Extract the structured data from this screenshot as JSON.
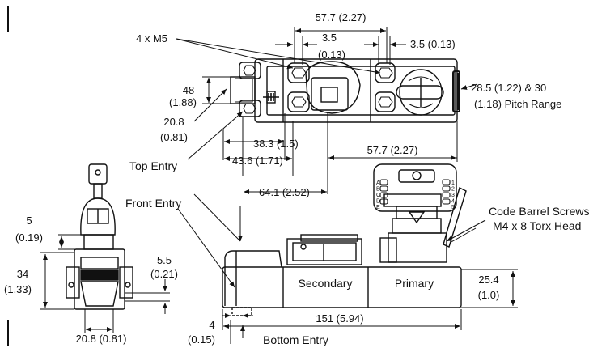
{
  "dimensions": {
    "d_57_7_top": "57.7 (2.27)",
    "d_3_5_a_line1": "3.5",
    "d_3_5_a_line2": "(0.13)",
    "d_3_5_b": "3.5 (0.13)",
    "d_4xm5": "4 x M5",
    "d_48_line1": "48",
    "d_48_line2": "(1.88)",
    "d_20_8_line1": "20.8",
    "d_20_8_line2": "(0.81)",
    "d_pitch_line1": "28.5 (1.22) & 30",
    "d_pitch_line2": "(1.18) Pitch Range",
    "d_38_3": "38.3 (1.5)",
    "d_43_6": "43.6 (1.71)",
    "d_64_1": "64.1 (2.52)",
    "d_57_7_mid": "57.7 (2.27)",
    "d_5_line1": "5",
    "d_5_line2": "(0.19)",
    "d_34_line1": "34",
    "d_34_line2": "(1.33)",
    "d_5_5_line1": "5.5",
    "d_5_5_line2": "(0.21)",
    "d_20_8_bottom": "20.8 (0.81)",
    "d_4_line1": "4",
    "d_4_line2": "(0.15)",
    "d_151": "151 (5.94)",
    "d_25_4_line1": "25.4",
    "d_25_4_line2": "(1.0)"
  },
  "labels": {
    "top_entry": "Top Entry",
    "front_entry": "Front Entry",
    "bottom_entry": "Bottom Entry",
    "secondary": "Secondary",
    "primary": "Primary",
    "code_barrel_line1": "Code Barrel Screws",
    "code_barrel_line2": "M4 x 8 Torx Head"
  },
  "led_letters": {
    "left": [
      "A",
      "B",
      "C",
      "D",
      "E"
    ],
    "right": [
      "1",
      "2",
      "3",
      "4",
      "5"
    ]
  }
}
